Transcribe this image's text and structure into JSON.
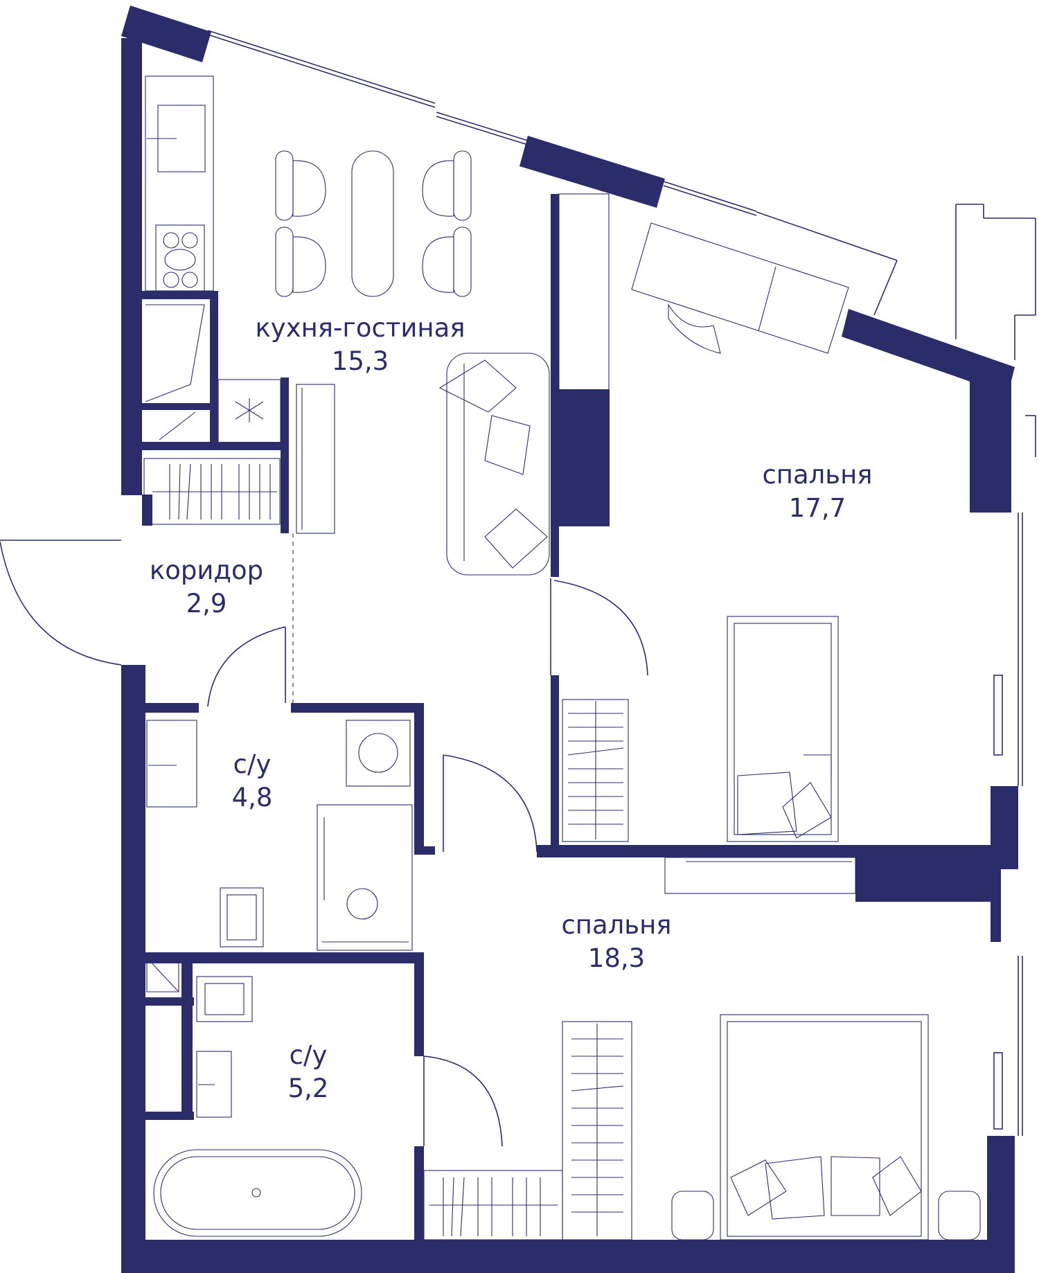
{
  "plan": {
    "colors": {
      "wall": "#2b2d6b",
      "line": "#2b2d6b",
      "background": "#ffffff"
    },
    "rooms": [
      {
        "id": "kitchen-living",
        "name": "кухня-гостиная",
        "area": "15,3"
      },
      {
        "id": "bedroom-1",
        "name": "спальня",
        "area": "17,7"
      },
      {
        "id": "corridor",
        "name": "коридор",
        "area": "2,9"
      },
      {
        "id": "bathroom-1",
        "name": "с/у",
        "area": "4,8"
      },
      {
        "id": "bedroom-2",
        "name": "спальня",
        "area": "18,3"
      },
      {
        "id": "bathroom-2",
        "name": "с/у",
        "area": "5,2"
      }
    ]
  }
}
